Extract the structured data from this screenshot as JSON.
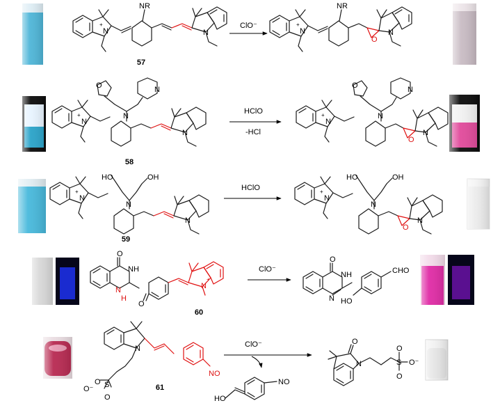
{
  "rows": [
    {
      "compound": "57",
      "reagent": "ClO⁻",
      "reactant_labels": [
        "NR",
        "+",
        "N"
      ],
      "product_labels": [
        "NR",
        "+",
        "N",
        "N",
        "O"
      ],
      "colors": {
        "before": "#4fb6d8",
        "after": "#c9bcc4"
      }
    },
    {
      "compound": "58",
      "reagent": "HClO",
      "reagent2": "-HCl",
      "reactant_labels": [
        "O",
        "N",
        "N",
        "+",
        "N",
        "N"
      ],
      "product_labels": [
        "O",
        "N",
        "N",
        "+",
        "N",
        "N",
        "O"
      ],
      "colors": {
        "before": "#2aa3c9",
        "after": "#e14a9b"
      }
    },
    {
      "compound": "59",
      "reagent": "HClO",
      "reactant_labels": [
        "HO",
        "OH",
        "N",
        "+",
        "N",
        "N"
      ],
      "product_labels": [
        "HO",
        "OH",
        "N",
        "+",
        "N",
        "N",
        "O"
      ],
      "colors": {
        "before": "#48b9dc",
        "after": "#ececec"
      }
    },
    {
      "compound": "60",
      "reagent": "ClO⁻",
      "reactant_labels": [
        "O",
        "NH",
        "N",
        "H",
        "O",
        "+",
        "N"
      ],
      "product_labels": [
        "O",
        "NH",
        "N",
        "HO",
        "CHO"
      ],
      "colors": {
        "before": "#d8d8d8",
        "uv_before": "#1a2bd0",
        "after": "#e02ca6",
        "uv_after": "#5a1090"
      }
    },
    {
      "compound": "61",
      "reagent": "ClO⁻",
      "reactant_labels": [
        "N",
        "NO",
        "S",
        "O",
        "O",
        "O⁻"
      ],
      "product_labels": [
        "O",
        "N",
        "S",
        "O",
        "O",
        "O⁻",
        "HO",
        "NO"
      ],
      "colors": {
        "before": "#b82a52",
        "after": "#e6e6e6"
      }
    }
  ]
}
